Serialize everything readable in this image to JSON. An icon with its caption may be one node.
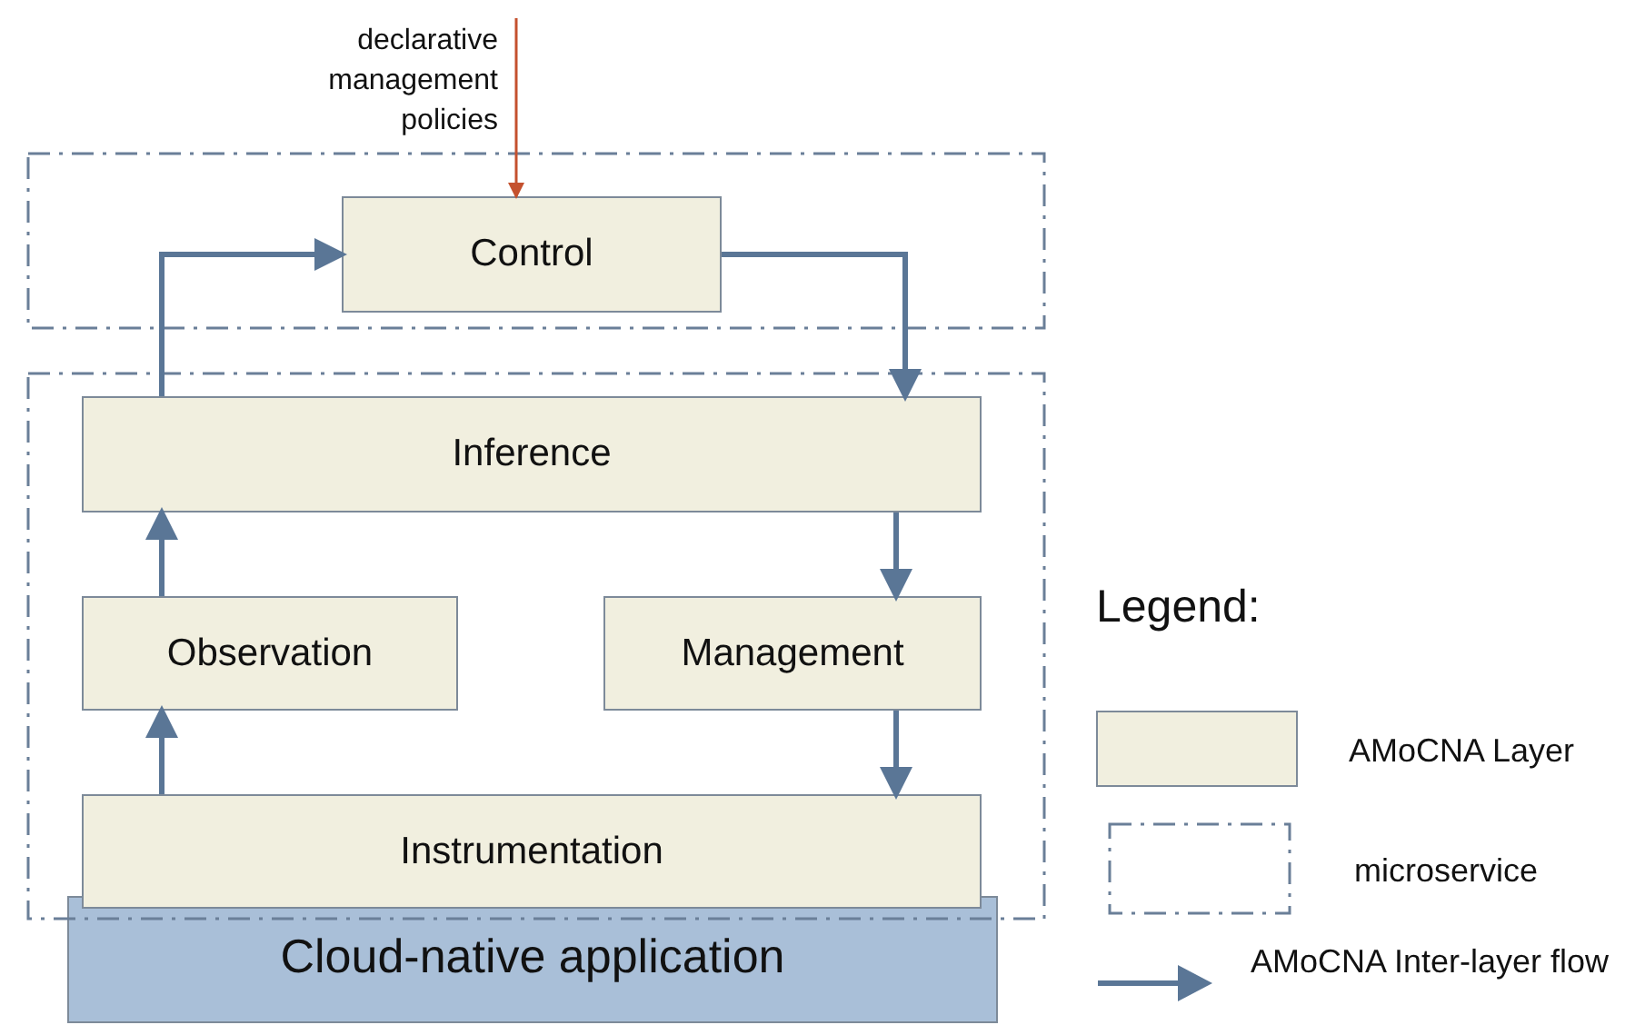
{
  "diagram": {
    "nodes": [
      {
        "text": [
          "declarative management policies"
        ]
      },
      {
        "text": [],
        "shape": "box"
      },
      {
        "text": [
          "Control"
        ],
        "in": 1
      },
      {
        "text": [],
        "shape": "box"
      },
      {
        "text": [
          "Inference"
        ],
        "in": 3
      },
      {
        "text": [
          "Observation"
        ],
        "in": 3
      },
      {
        "text": [
          "Management"
        ],
        "in": 3
      },
      {
        "text": [
          "Instrumentation"
        ],
        "in": 3
      },
      {
        "text": [
          "Cloud-native application"
        ]
      }
    ],
    "edges": [
      {
        "from": 0,
        "to": 2,
        "arrow": "to",
        "color": "#c4512e"
      },
      {
        "from": 4,
        "to": 2,
        "arrow": "to"
      },
      {
        "from": 2,
        "to": 4,
        "arrow": "to"
      },
      {
        "from": 4,
        "to": 6,
        "arrow": "to"
      },
      {
        "from": 6,
        "to": 7,
        "arrow": "to"
      },
      {
        "from": 7,
        "to": 5,
        "arrow": "to"
      },
      {
        "from": 5,
        "to": 4,
        "arrow": "to"
      }
    ],
    "labels": [
      "Legend:"
    ],
    "legend": [
      {
        "text": "AMoCNA Layer",
        "color": "#f1efdf"
      },
      {
        "text": "microservice"
      },
      {
        "text": "AMoCNA Inter-layer flow"
      }
    ]
  }
}
